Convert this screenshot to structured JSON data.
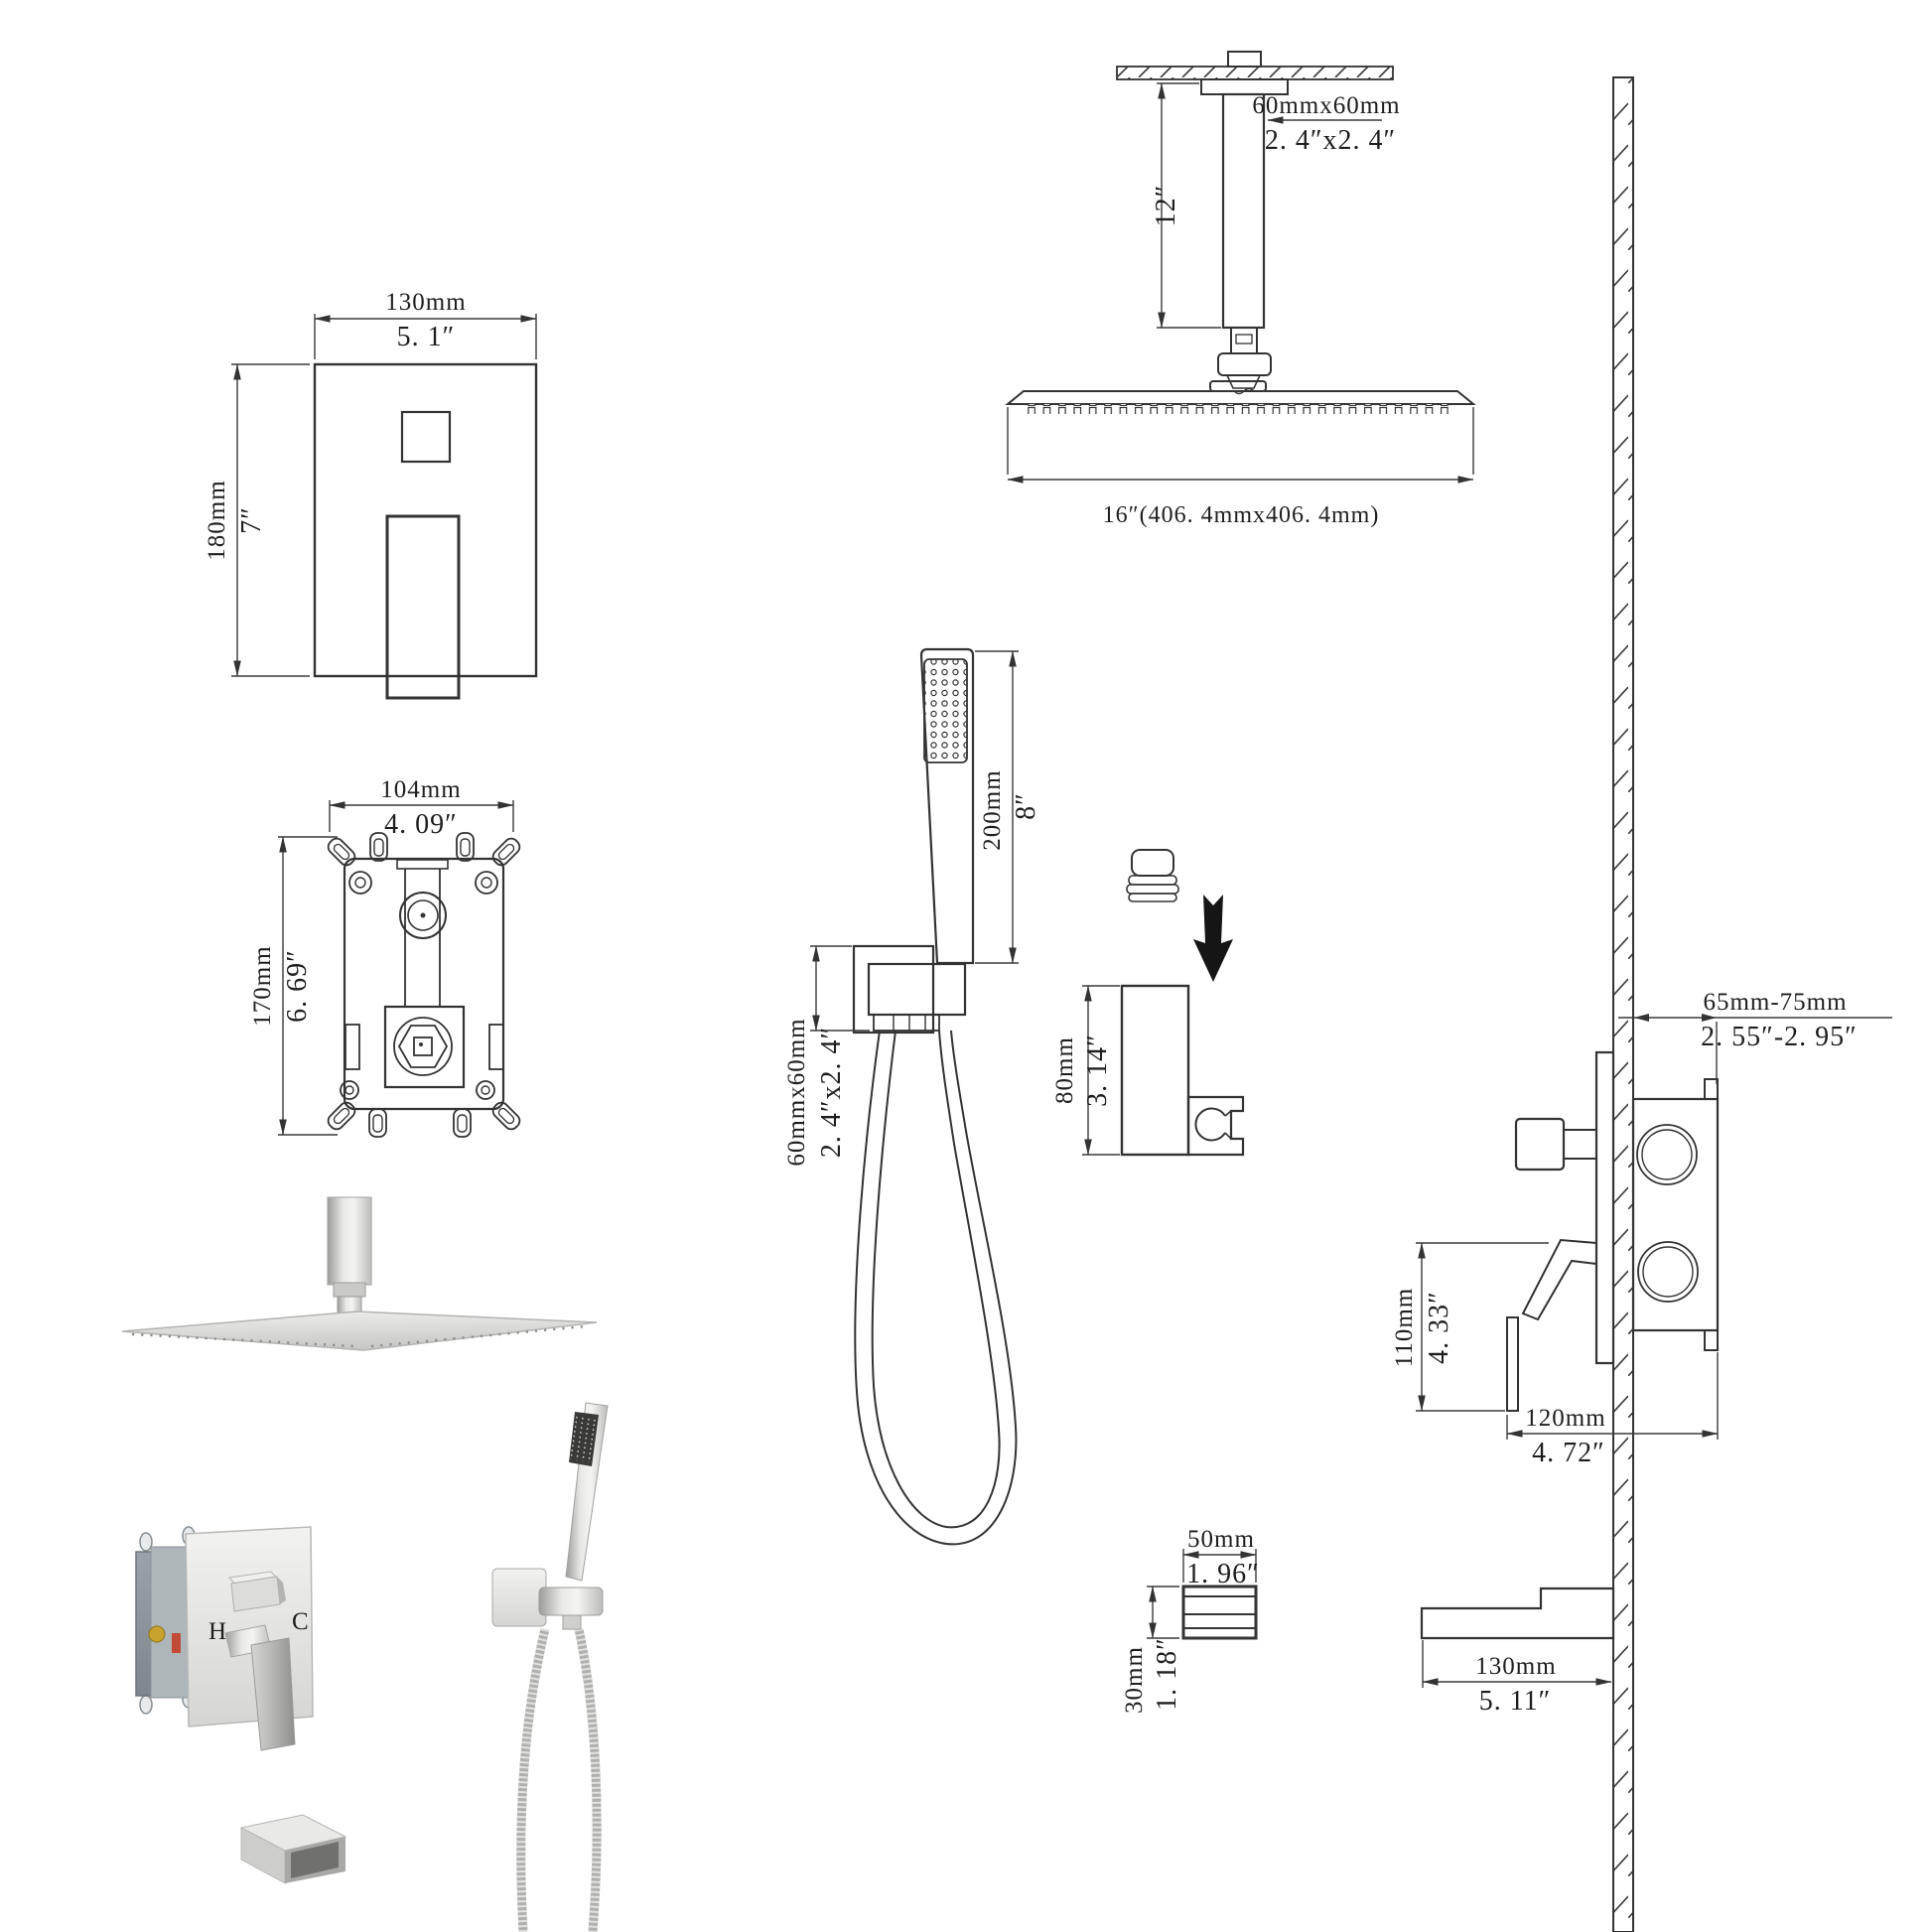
{
  "title": "Shower system installation dimension drawing",
  "colors": {
    "line": "#333333",
    "hot": "#b5432e",
    "cold": "#4a6fb0"
  },
  "trim_plate": {
    "w_mm": "130mm",
    "w_in": "5. 1″",
    "h_mm": "180mm",
    "h_in": "7″"
  },
  "rough_valve": {
    "w_mm": "104mm",
    "w_in": "4. 09″",
    "h_mm": "170mm",
    "h_in": "6. 69″"
  },
  "ceiling_shower": {
    "arm_mm": "60mmx60mm",
    "arm_in": "2. 4″x2. 4″",
    "drop_in": "12″",
    "head_size": "16″(406. 4mmx406. 4mm)"
  },
  "hand_shower": {
    "len_mm": "200mm",
    "len_in": "8″",
    "bracket_mm": "60mmx60mm",
    "bracket_in": "2. 4″x2. 4″"
  },
  "holder": {
    "h_mm": "80mm",
    "h_in": "3. 14″"
  },
  "slide": {
    "w_mm": "50mm",
    "w_in": "1. 96″",
    "h_mm": "30mm",
    "h_in": "1. 18″"
  },
  "wall": {
    "depth_mm": "65mm-75mm",
    "depth_in": "2. 55″-2. 95″",
    "handle_mm": "110mm",
    "handle_in": "4. 33″",
    "body_mm": "120mm",
    "body_in": "4. 72″",
    "spout_mm": "130mm",
    "spout_in": "5. 11″"
  },
  "trim_photo": {
    "hot": "H",
    "cold": "C"
  }
}
